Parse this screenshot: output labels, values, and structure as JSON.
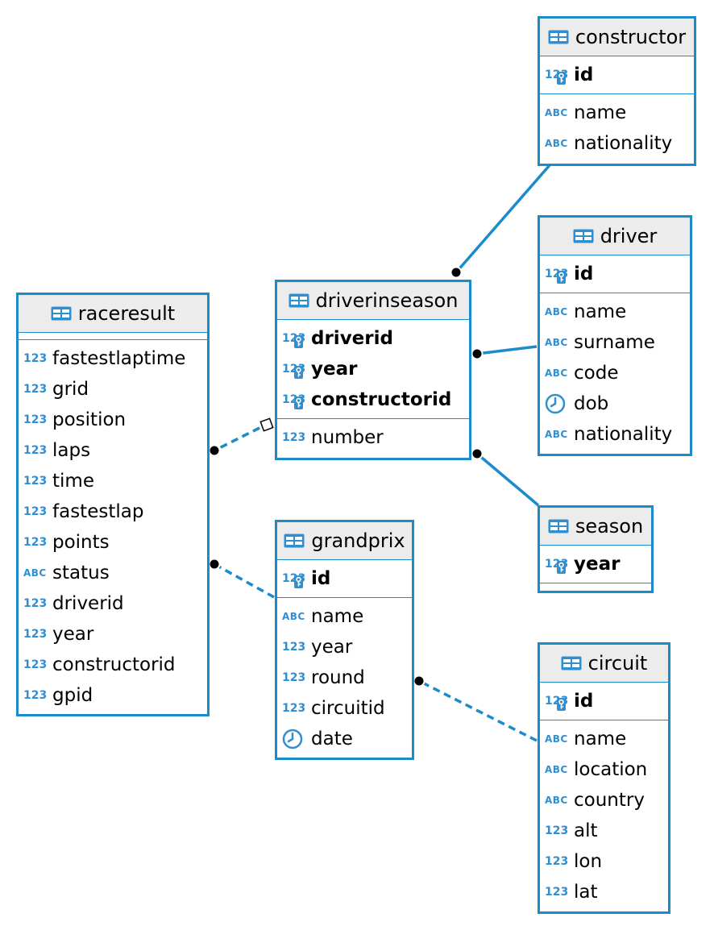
{
  "colors": {
    "border": "#1a8ccc",
    "header_bg": "#ececec",
    "icon": "#2f8fd0"
  },
  "entities": {
    "constructor": {
      "title": "constructor",
      "pk": [
        {
          "type": "123",
          "name": "id"
        }
      ],
      "cols": [
        {
          "type": "ABC",
          "name": "name"
        },
        {
          "type": "ABC",
          "name": "nationality"
        }
      ]
    },
    "driver": {
      "title": "driver",
      "pk": [
        {
          "type": "123",
          "name": "id"
        }
      ],
      "cols": [
        {
          "type": "ABC",
          "name": "name"
        },
        {
          "type": "ABC",
          "name": "surname"
        },
        {
          "type": "ABC",
          "name": "code"
        },
        {
          "type": "clock",
          "name": "dob"
        },
        {
          "type": "ABC",
          "name": "nationality"
        }
      ]
    },
    "driverinseason": {
      "title": "driverinseason",
      "pk": [
        {
          "type": "123",
          "name": "driverid"
        },
        {
          "type": "123",
          "name": "year"
        },
        {
          "type": "123",
          "name": "constructorid"
        }
      ],
      "cols": [
        {
          "type": "123",
          "name": "number"
        }
      ]
    },
    "raceresult": {
      "title": "raceresult",
      "pk": [],
      "cols": [
        {
          "type": "123",
          "name": "fastestlaptime"
        },
        {
          "type": "123",
          "name": "grid"
        },
        {
          "type": "123",
          "name": "position"
        },
        {
          "type": "123",
          "name": "laps"
        },
        {
          "type": "123",
          "name": "time"
        },
        {
          "type": "123",
          "name": "fastestlap"
        },
        {
          "type": "123",
          "name": "points"
        },
        {
          "type": "ABC",
          "name": "status"
        },
        {
          "type": "123",
          "name": "driverid"
        },
        {
          "type": "123",
          "name": "year"
        },
        {
          "type": "123",
          "name": "constructorid"
        },
        {
          "type": "123",
          "name": "gpid"
        }
      ]
    },
    "season": {
      "title": "season",
      "pk": [
        {
          "type": "123",
          "name": "year"
        }
      ],
      "cols": []
    },
    "grandprix": {
      "title": "grandprix",
      "pk": [
        {
          "type": "123",
          "name": "id"
        }
      ],
      "cols": [
        {
          "type": "ABC",
          "name": "name"
        },
        {
          "type": "123",
          "name": "year"
        },
        {
          "type": "123",
          "name": "round"
        },
        {
          "type": "123",
          "name": "circuitid"
        },
        {
          "type": "clock",
          "name": "date"
        }
      ]
    },
    "circuit": {
      "title": "circuit",
      "pk": [
        {
          "type": "123",
          "name": "id"
        }
      ],
      "cols": [
        {
          "type": "ABC",
          "name": "name"
        },
        {
          "type": "ABC",
          "name": "location"
        },
        {
          "type": "ABC",
          "name": "country"
        },
        {
          "type": "123",
          "name": "alt"
        },
        {
          "type": "123",
          "name": "lon"
        },
        {
          "type": "123",
          "name": "lat"
        }
      ]
    }
  },
  "relationships": [
    {
      "from": "constructor",
      "to": "driverinseason",
      "style": "solid"
    },
    {
      "from": "driver",
      "to": "driverinseason",
      "style": "solid"
    },
    {
      "from": "season",
      "to": "driverinseason",
      "style": "solid"
    },
    {
      "from": "driverinseason",
      "to": "raceresult",
      "style": "dashed"
    },
    {
      "from": "grandprix",
      "to": "raceresult",
      "style": "dashed"
    },
    {
      "from": "circuit",
      "to": "grandprix",
      "style": "dashed"
    }
  ]
}
